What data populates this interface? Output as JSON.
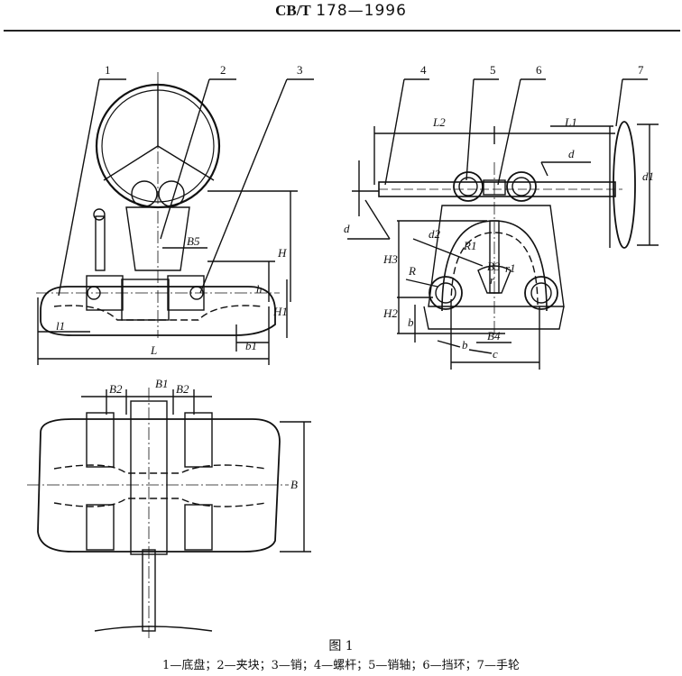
{
  "header": {
    "standard_prefix": "CB/T",
    "standard_number": "178—1996"
  },
  "drawing": {
    "left_view_callouts": [
      "1",
      "2",
      "3"
    ],
    "left_view_dims": {
      "B5": "B5",
      "H": "H",
      "h": "h",
      "H1": "H1",
      "l1": "l1",
      "L": "L",
      "b1": "b1"
    },
    "bottom_view_dims": {
      "B2a": "B2",
      "B1": "B1",
      "B2b": "B2",
      "B": "B"
    },
    "right_view_callouts": [
      "4",
      "5",
      "6",
      "7"
    ],
    "right_view_dims": {
      "L2": "L2",
      "L1": "L1",
      "d_top": "d",
      "d1": "d1",
      "d_left": "d",
      "d2": "d2",
      "R1": "R1",
      "H3": "H3",
      "R": "R",
      "B3": "B3",
      "r1": "r1",
      "r": "r",
      "H2": "H2",
      "b_left": "b",
      "B4": "B4",
      "b_bottom": "b",
      "c": "c"
    }
  },
  "figure": {
    "title": "图 1",
    "caption": "1—底盘；2—夹块；3—销；4—螺杆；5—销轴；6—挡环；7—手轮"
  }
}
